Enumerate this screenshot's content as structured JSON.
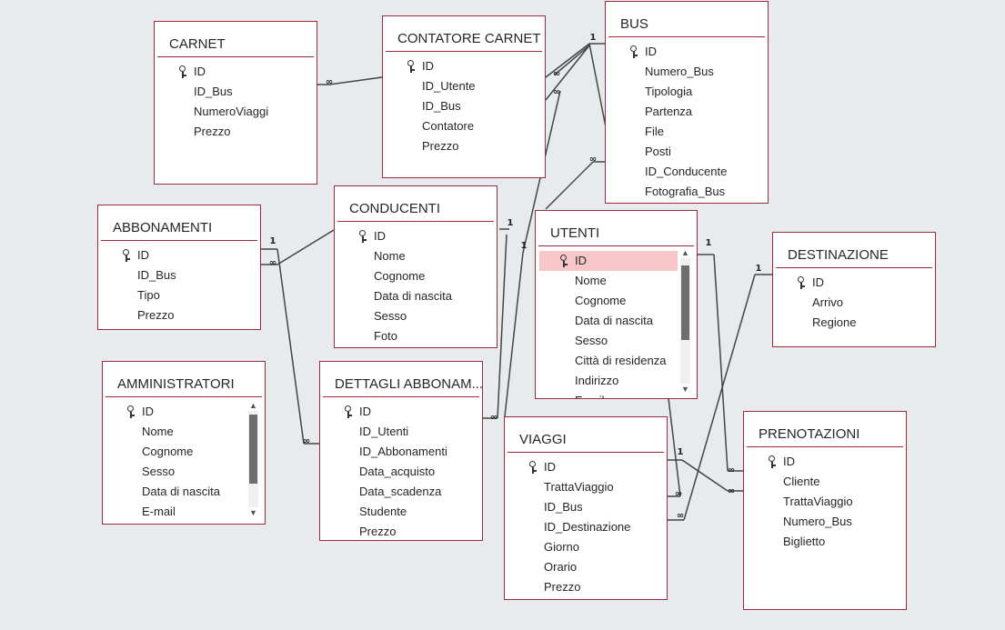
{
  "tables": {
    "carnet": {
      "title": "CARNET",
      "fields": [
        "ID",
        "ID_Bus",
        "NumeroViaggi",
        "Prezzo"
      ]
    },
    "contatore": {
      "title": "CONTATORE CARNET ...",
      "fields": [
        "ID",
        "ID_Utente",
        "ID_Bus",
        "Contatore",
        "Prezzo"
      ]
    },
    "bus": {
      "title": "BUS",
      "fields": [
        "ID",
        "Numero_Bus",
        "Tipologia",
        "Partenza",
        "File",
        "Posti",
        "ID_Conducente",
        "Fotografia_Bus"
      ]
    },
    "abbonamenti": {
      "title": "ABBONAMENTI",
      "fields": [
        "ID",
        "ID_Bus",
        "Tipo",
        "Prezzo"
      ]
    },
    "conducenti": {
      "title": "CONDUCENTI",
      "fields": [
        "ID",
        "Nome",
        "Cognome",
        "Data di nascita",
        "Sesso",
        "Foto"
      ]
    },
    "utenti": {
      "title": "UTENTI",
      "fields": [
        "ID",
        "Nome",
        "Cognome",
        "Data di nascita",
        "Sesso",
        "Città di residenza",
        "Indirizzo",
        "Email"
      ]
    },
    "destinazione": {
      "title": "DESTINAZIONE",
      "fields": [
        "ID",
        "Arrivo",
        "Regione"
      ]
    },
    "amministratori": {
      "title": "AMMINISTRATORI",
      "fields": [
        "ID",
        "Nome",
        "Cognome",
        "Sesso",
        "Data di nascita",
        "E-mail"
      ]
    },
    "dettagli": {
      "title": "DETTAGLI ABBONAM...",
      "fields": [
        "ID",
        "ID_Utenti",
        "ID_Abbonamenti",
        "Data_acquisto",
        "Data_scadenza",
        "Studente",
        "Prezzo"
      ]
    },
    "viaggi": {
      "title": "VIAGGI",
      "fields": [
        "ID",
        "TrattaViaggio",
        "ID_Bus",
        "ID_Destinazione",
        "Giorno",
        "Orario",
        "Prezzo"
      ]
    },
    "prenotazioni": {
      "title": "PRENOTAZIONI",
      "fields": [
        "ID",
        "Cliente",
        "TrattaViaggio",
        "Numero_Bus",
        "Biglietto"
      ]
    }
  },
  "cardinality": {
    "one": "1",
    "many": "∞"
  },
  "colors": {
    "border": "#9b2a3c",
    "selected_field": "#f6c6c9",
    "canvas": "#e8ebee"
  },
  "icons": {
    "primary_key": "key-icon"
  }
}
